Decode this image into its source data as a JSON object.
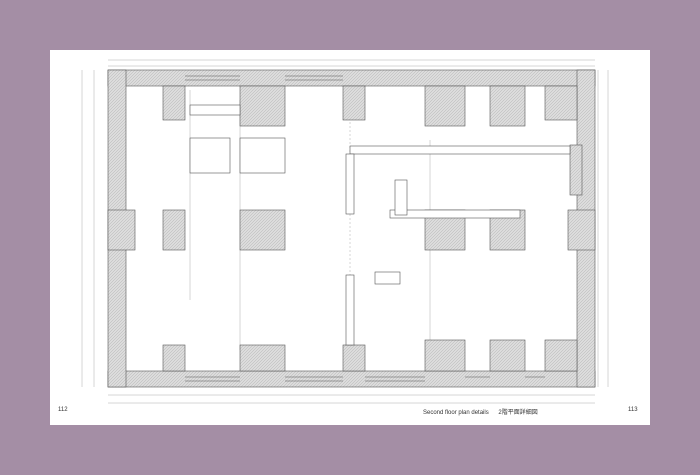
{
  "left_page": {
    "page_number": "112"
  },
  "right_page": {
    "page_number": "113",
    "caption_en": "Second floor plan details",
    "caption_ja": "2階平面詳細図"
  },
  "colors": {
    "background": "#a48ea5",
    "page": "#ffffff",
    "wall_fill": "#d9d9d9",
    "line": "#555555"
  }
}
